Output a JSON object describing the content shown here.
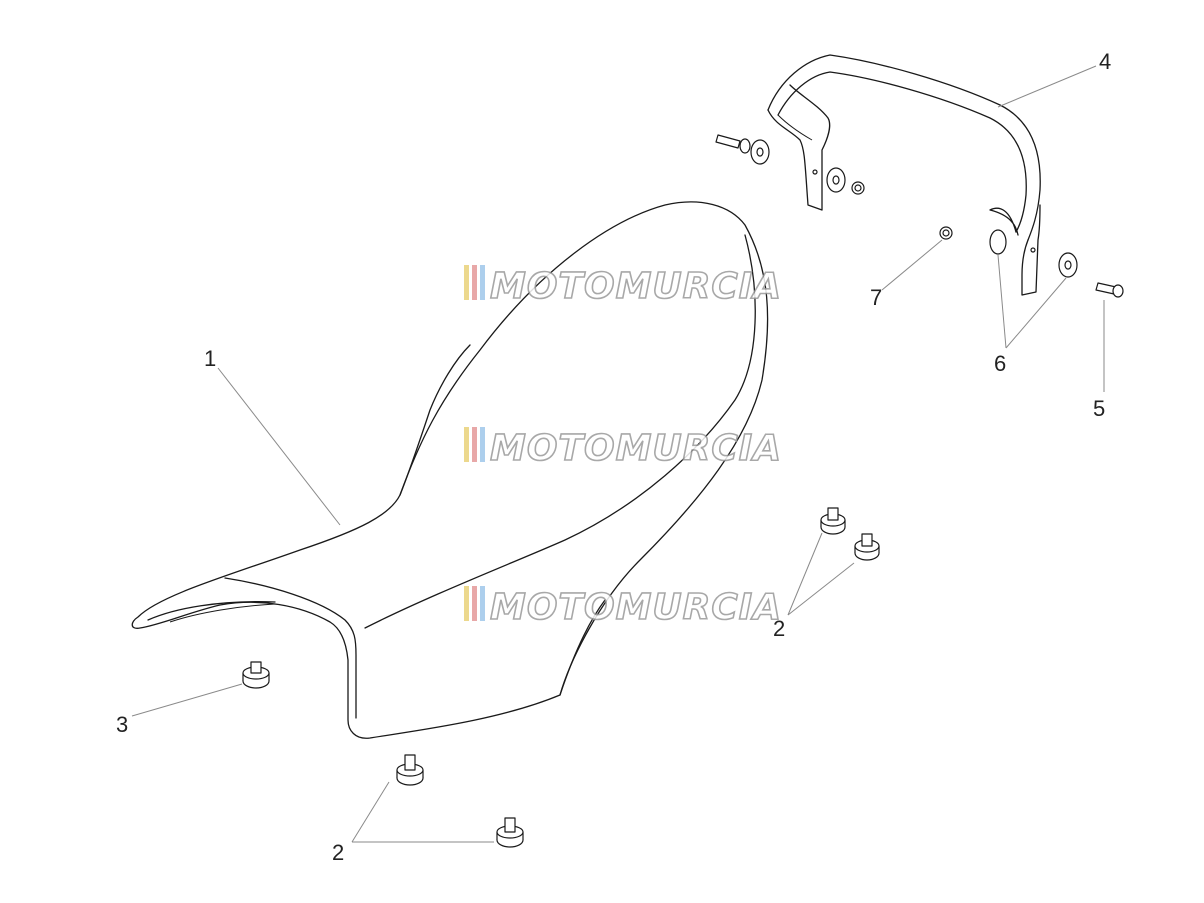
{
  "watermark": {
    "text": "MOTOMURCIA",
    "stripe_colors": [
      "#e9d27a",
      "#e59a9a",
      "#9fc7ea"
    ]
  },
  "callouts": {
    "c1": "1",
    "c2a": "2",
    "c2b": "2",
    "c3": "3",
    "c4": "4",
    "c5": "5",
    "c6": "6",
    "c7": "7"
  }
}
